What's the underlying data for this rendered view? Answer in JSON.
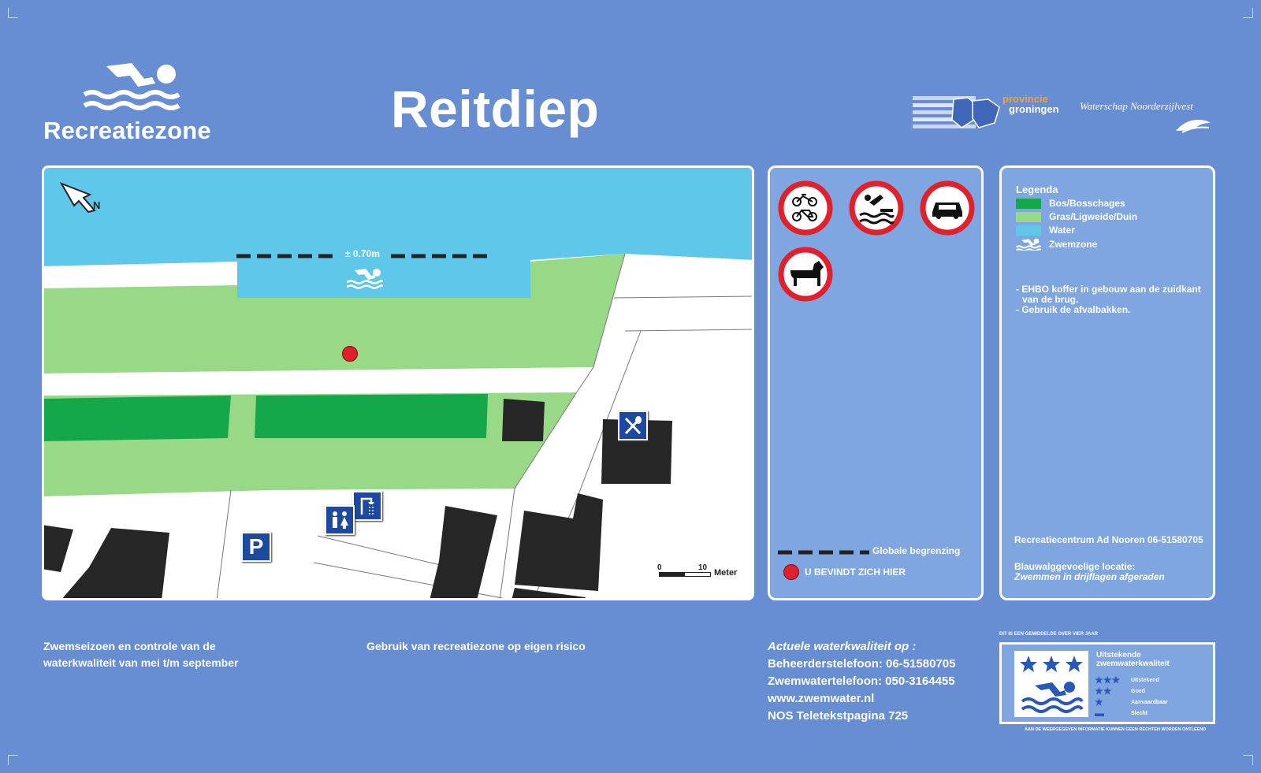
{
  "header": {
    "logo_label": "Recreatiezone",
    "title": "Reitdiep",
    "province_line1": "provincie",
    "province_line2": "groningen",
    "waterschap": "Waterschap Noorderzijlvest"
  },
  "map": {
    "north_label": "N",
    "depth_label": "± 0.70m",
    "scale_min": "0",
    "scale_max": "10",
    "scale_unit": "Meter"
  },
  "prohibitions": {
    "items": [
      "no-bikes-mopeds",
      "no-diving",
      "no-cars",
      "no-dogs"
    ],
    "boundary_label": "Globale begrenzing",
    "here_label": "U BEVINDT ZICH HIER"
  },
  "legend": {
    "title": "Legenda",
    "items": [
      {
        "label": "Bos/Bosschages",
        "color": "#14a84a"
      },
      {
        "label": "Gras/Ligweide/Duin",
        "color": "#97d986"
      },
      {
        "label": "Water",
        "color": "#5fc8ea"
      },
      {
        "label": "Zwemzone",
        "icon": "swimmer-icon"
      }
    ],
    "note1": "- EHBO koffer in gebouw aan de zuidkant",
    "note1b": "van de brug.",
    "note2": "- Gebruik de afvalbakken.",
    "recreation_center": "Recreatiecentrum Ad Nooren 06-51580705",
    "blue_algae_1": "Blauwalggevoelige locatie:",
    "blue_algae_2": "Zwemmen in drijflagen afgeraden"
  },
  "footer": {
    "season_1": "Zwemseizoen en controle van de",
    "season_2": "waterkwaliteit van mei t/m september",
    "risk": "Gebruik van recreatiezone op eigen risico",
    "quality_heading": "Actuele waterkwaliteit op :",
    "phone_manager": "Beheerderstelefoon: 06-51580705",
    "phone_swim": "Zwemwatertelefoon: 050-3164455",
    "website": "www.zwemwater.nl",
    "teletext": "NOS Teletekstpagina 725"
  },
  "badge": {
    "top_note": "DIT IS EEN   GEMIDDELDE OVER VIER JAAR",
    "title_1": "Uitstekende",
    "title_2": "zwemwaterkwaliteit",
    "rating_stars": 3,
    "levels": [
      "Uitstekend",
      "Goed",
      "Aanvaardbaar",
      "Slecht"
    ],
    "disclaimer": "AAN DE WEERGEGEVEN INFORMATIE KUNNEN GEEN RECHTEN WORDEN ONTLEEND"
  },
  "colors": {
    "background": "#678dd2",
    "water": "#5fc8ea",
    "grass": "#97d986",
    "forest": "#14a84a",
    "building": "#262626",
    "sign_red": "#e0202b",
    "facility_blue": "#1d4aa0"
  }
}
